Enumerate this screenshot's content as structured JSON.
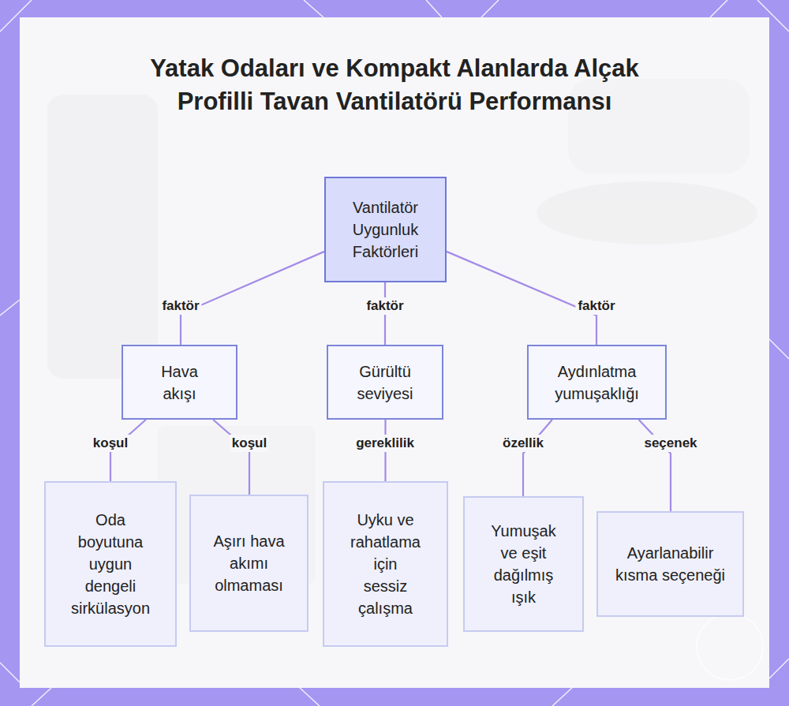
{
  "diagram": {
    "title": "Yatak Odaları ve Kompakt Alanlarda Alçak Profilli Tavan Vantilatörü Performansı",
    "nodes": [
      {
        "text": [
          "Vantilatör Uygunluk Faktörleri"
        ]
      },
      {
        "text": [
          "Hava akışı"
        ]
      },
      {
        "text": [
          "Gürültü seviyesi"
        ]
      },
      {
        "text": [
          "Aydınlatma yumuşaklığı"
        ]
      },
      {
        "text": [
          "Oda boyutuna uygun dengeli sirkülasyon"
        ]
      },
      {
        "text": [
          "Aşırı hava akımı olmaması"
        ]
      },
      {
        "text": [
          "Uyku ve rahatlama için sessiz çalışma"
        ]
      },
      {
        "text": [
          "Yumuşak ve eşit dağılmış ışık"
        ]
      },
      {
        "text": [
          "Ayarlanabilir kısma seçeneği"
        ]
      }
    ],
    "edges": [
      {
        "from": 0,
        "to": 1,
        "label": "faktör",
        "arrow": "none"
      },
      {
        "from": 0,
        "to": 2,
        "label": "faktör",
        "arrow": "none"
      },
      {
        "from": 0,
        "to": 3,
        "label": "faktör",
        "arrow": "none"
      },
      {
        "from": 1,
        "to": 4,
        "label": "koşul",
        "arrow": "none"
      },
      {
        "from": 1,
        "to": 5,
        "label": "koşul",
        "arrow": "none"
      },
      {
        "from": 2,
        "to": 6,
        "label": "gereklilik",
        "arrow": "none"
      },
      {
        "from": 3,
        "to": 7,
        "label": "özellik",
        "arrow": "none"
      },
      {
        "from": 3,
        "to": 8,
        "label": "seçenek",
        "arrow": "none"
      }
    ]
  }
}
